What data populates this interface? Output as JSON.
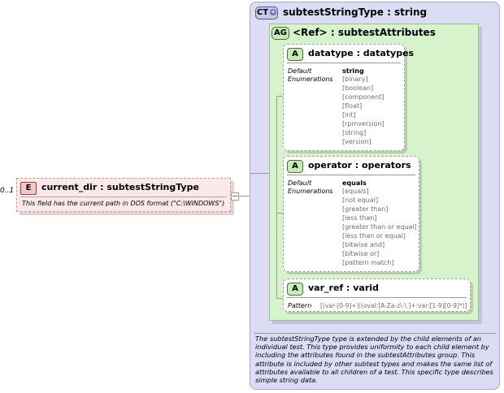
{
  "element": {
    "badge": "E",
    "title": "current_dir : subtestStringType",
    "cardinality": "0..1",
    "doc": "This field has the current path in DOS format (\"C:\\WINDOWS\")"
  },
  "complex_type": {
    "badge": "CT",
    "title": "subtestStringType : string",
    "description": "The subtestStringType type is extended by the child elements of an individual test.  This type provides uniformity to each child element by including the attributes found in the subtestAttributes group.  This attribute is included by other subtest types and makes the same list of attributes available to all children of a test.  This specific type describes simple string data."
  },
  "attribute_group": {
    "badge": "AG",
    "title": "<Ref>     : subtestAttributes"
  },
  "attributes": [
    {
      "badge": "A",
      "title": "datatype : datatypes",
      "default_label": "Default",
      "enum_label": "Enumerations",
      "default": "string",
      "enumerations": [
        "[binary]",
        "[boolean]",
        "[component]",
        "[float]",
        "[int]",
        "[rpmversion]",
        "[string]",
        "[version]"
      ]
    },
    {
      "badge": "A",
      "title": "operator : operators",
      "default_label": "Default",
      "enum_label": "Enumerations",
      "default": "equals",
      "enumerations": [
        "[equals]",
        "[not equal]",
        "[greater than]",
        "[less than]",
        "[greater than or equal]",
        "[less than or equal]",
        "[bitwise and]",
        "[bitwise or]",
        "[pattern match]"
      ]
    },
    {
      "badge": "A",
      "title": "var_ref    : varid",
      "pattern_label": "Pattern",
      "pattern": "[(var-[0-9]+)|(oval:[A-Za-z\\-\\.]+:var:[1-9][0-9]*)]"
    }
  ]
}
